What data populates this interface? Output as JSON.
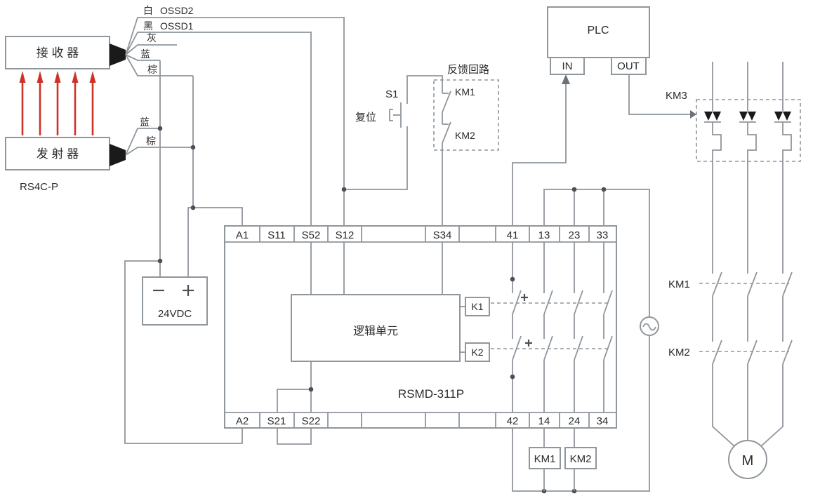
{
  "colors": {
    "wire": "#8f969c",
    "text": "#2b2b2b",
    "beam": "#cc3328",
    "connector": "#1a1a1a",
    "dot": "#4c5055"
  },
  "light_curtain": {
    "receiver_label": "接 收 器",
    "transmitter_label": "发 射 器",
    "model": "RS4C-P",
    "receiver_wires": {
      "white": "白",
      "ossd2": "OSSD2",
      "black": "黑",
      "ossd1": "OSSD1",
      "gray": "灰",
      "blue": "蓝",
      "brown": "棕"
    },
    "transmitter_wires": {
      "blue": "蓝",
      "brown": "棕"
    }
  },
  "power_supply": {
    "label": "24VDC"
  },
  "reset": {
    "name": "S1",
    "label": "复位"
  },
  "feedback_loop": {
    "title": "反馈回路",
    "contact1": "KM1",
    "contact2": "KM2"
  },
  "plc": {
    "title": "PLC",
    "input": "IN",
    "output": "OUT"
  },
  "safety_relay": {
    "model": "RSMD-311P",
    "logic_unit": "逻辑单元",
    "relay1": "K1",
    "relay2": "K2",
    "top_terminals": [
      "A1",
      "S11",
      "S52",
      "S12",
      "S34",
      "41",
      "13",
      "23",
      "33"
    ],
    "bottom_terminals": [
      "A2",
      "S21",
      "S22",
      "42",
      "14",
      "24",
      "34"
    ]
  },
  "contactors": {
    "solid_state": "KM3",
    "main1": "KM1",
    "main2": "KM2",
    "coil1": "KM1",
    "coil2": "KM2"
  },
  "motor": {
    "label": "M"
  }
}
